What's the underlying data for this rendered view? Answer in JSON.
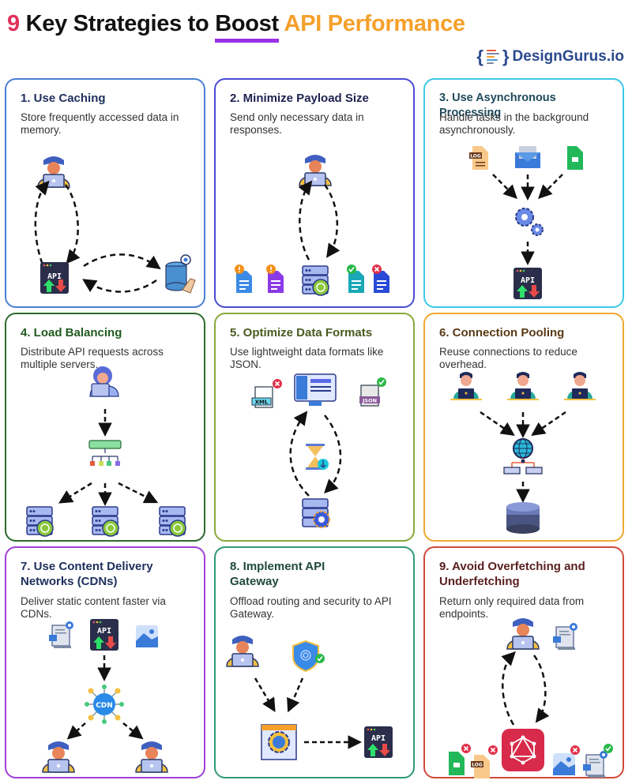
{
  "header": {
    "title_number": "9",
    "title_middle": "Key Strategies to ",
    "title_underlined": "Boost",
    "title_accent": "API Performance",
    "brand_name": "DesignGurus.io",
    "brand_open": "{",
    "brand_close": "}"
  },
  "colors": {
    "title_number": "#e0305a",
    "title_accent": "#f5a02a",
    "underline": "#9b30e8",
    "brand": "#2a4a8e"
  },
  "cards": [
    {
      "title": "1. Use Caching",
      "description": "Store frequently accessed data in memory.",
      "border": "#4a7fd4",
      "title_color": "#1e2f5c",
      "icons": [
        "developer-laptop",
        "api-window",
        "database-cache"
      ]
    },
    {
      "title": "2. Minimize Payload Size",
      "description": "Send only necessary data in responses.",
      "border": "#4a4ad4",
      "title_color": "#1e2250",
      "icons": [
        "developer-laptop",
        "document-warning",
        "document-warning",
        "server-stack",
        "document-check",
        "document-reject"
      ]
    },
    {
      "title": "3. Use Asynchronous Processing",
      "description": "Handle tasks in the background asynchronously.",
      "border": "#3cc8e6",
      "title_color": "#1f4a5a",
      "icons": [
        "log-file",
        "email",
        "image-file",
        "gears",
        "api-window"
      ]
    },
    {
      "title": "4. Load Balancing",
      "description": "Distribute API requests across multiple servers.",
      "border": "#2e6b2e",
      "title_color": "#1f5a1f",
      "icons": [
        "user-laptop",
        "load-balancer",
        "server-stack",
        "server-stack",
        "server-stack"
      ]
    },
    {
      "title": "5. Optimize Data Formats",
      "description": "Use lightweight data formats like JSON.",
      "border": "#8aa83a",
      "title_color": "#4a5a1f",
      "icons": [
        "xml-file-reject",
        "monitor-code",
        "json-file-check",
        "hourglass",
        "server-gear"
      ]
    },
    {
      "title": "6. Connection Pooling",
      "description": "Reuse connections to reduce overhead.",
      "border": "#f0a830",
      "title_color": "#5a3a14",
      "icons": [
        "user-laptop",
        "user-laptop",
        "user-laptop",
        "globe-network",
        "database"
      ]
    },
    {
      "title": "7. Use Content Delivery Networks (CDNs)",
      "description": "Deliver static content faster via CDNs.",
      "border": "#a040d8",
      "title_color": "#1e2f5c",
      "icons": [
        "code-doc",
        "api-window",
        "image",
        "cdn-hub",
        "developer-laptop",
        "developer-laptop"
      ],
      "cdn_label": "CDN"
    },
    {
      "title": "8. Implement API Gateway",
      "description": "Offload routing and security to API Gateway.",
      "border": "#2e9a7a",
      "title_color": "#1f4a3a",
      "icons": [
        "developer-laptop",
        "fingerprint-shield",
        "gateway-gear",
        "api-window"
      ]
    },
    {
      "title": "9. Avoid Overfetching and Underfetching",
      "description": "Return only required data from endpoints.",
      "border": "#d04a3a",
      "title_color": "#5a1f1f",
      "icons": [
        "developer-laptop",
        "code-doc",
        "image-file-reject",
        "log-file-reject",
        "graphql",
        "image-reject",
        "code-doc-check"
      ]
    }
  ],
  "labels": {
    "api": "API",
    "log": "LOG",
    "xml": "XML",
    "json": "JSON",
    "cdn": "CDN"
  }
}
